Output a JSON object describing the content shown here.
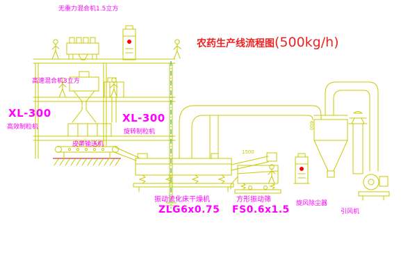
{
  "title": {
    "main": "农药生产线流程图",
    "capacity": "(500kg/h)"
  },
  "labels": {
    "gravity_mixer": "无重力混合机1.5立方",
    "high_speed_mixer": "高速混合机3立方",
    "left_granulator_model": "XL-300",
    "left_granulator_name": "高效制粒机",
    "rotary_granulator_model": "XL-300",
    "rotary_granulator_name": "旋转制粒机",
    "belt_conveyor": "皮带输送机",
    "dryer_name": "振动流化床干燥机",
    "dryer_model": "ZLG6x0.75",
    "screen_name": "方形振动筛",
    "screen_model": "FS0.6x1.5",
    "cyclone": "旋风除尘器",
    "fan": "引风机"
  },
  "dimensions": {
    "screen_length": "1500",
    "duct_diameter": "600"
  },
  "colors": {
    "line": "#c9c900",
    "label": "#ff00ff",
    "title": "#ee2222",
    "alert": "#ff0000",
    "ground": "#cc4433",
    "centerline": "#00a550"
  }
}
